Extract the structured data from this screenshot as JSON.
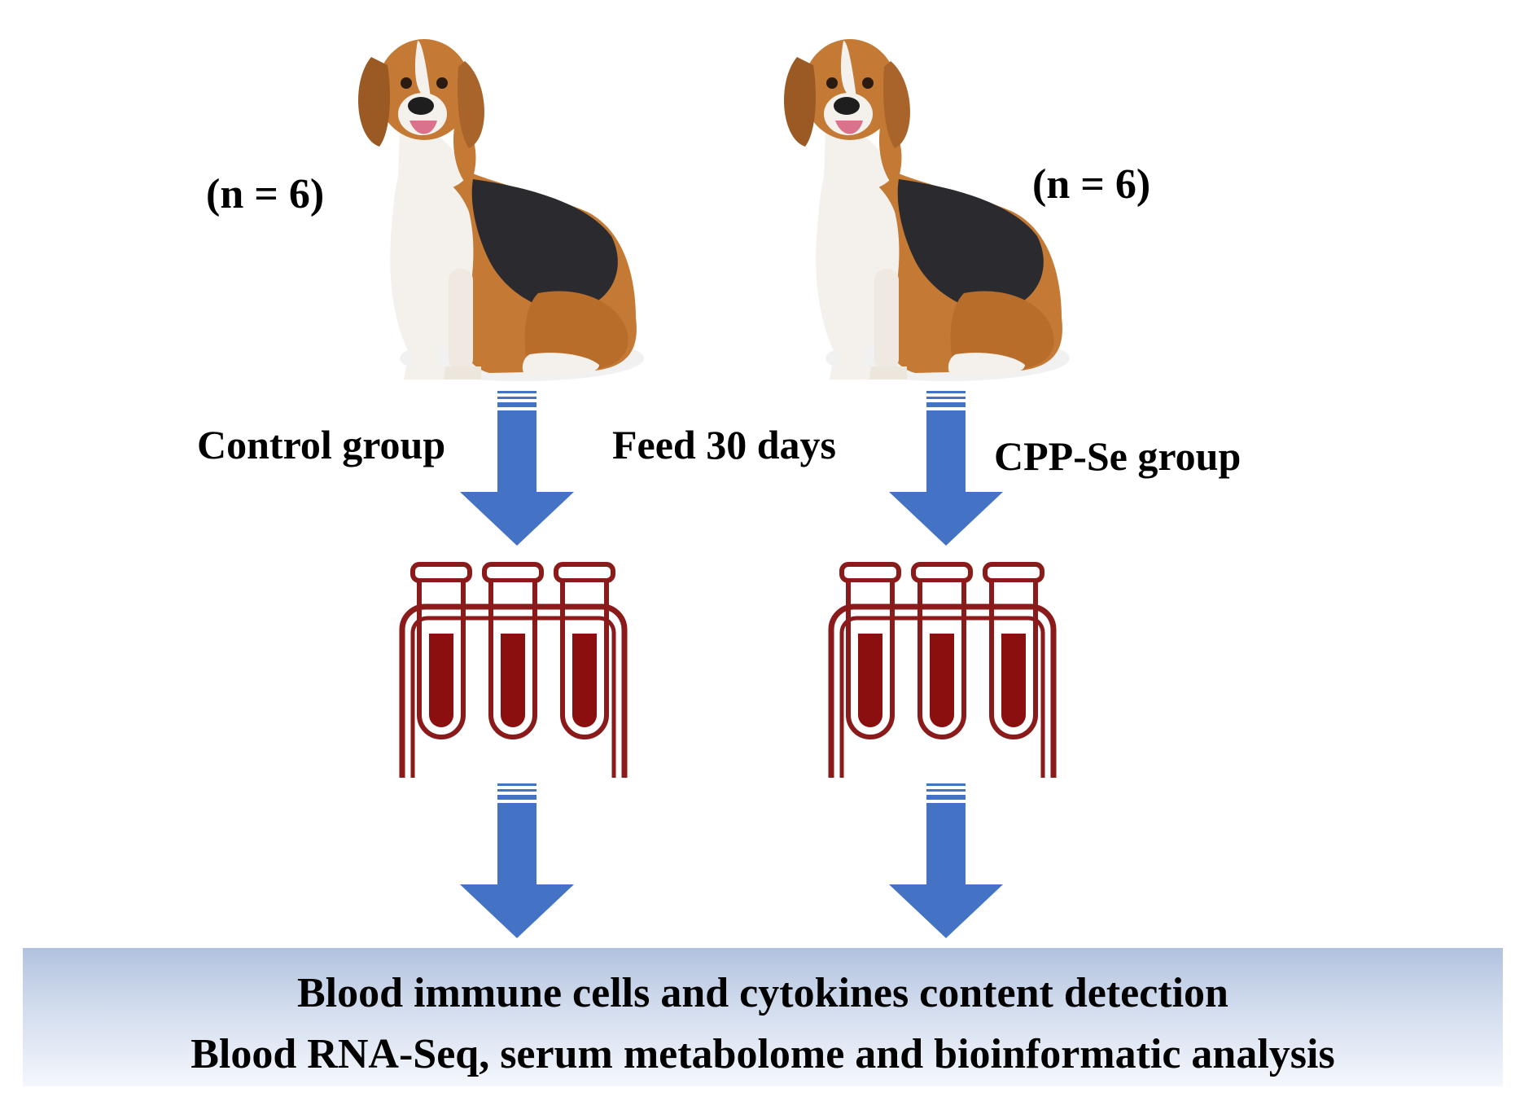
{
  "labels": {
    "n_left": "(n = 6)",
    "n_right": "(n = 6)",
    "control_group": "Control group",
    "feed_duration": "Feed 30 days",
    "treatment_group": "CPP-Se group"
  },
  "banner": {
    "line1": "Blood immune cells and cytokines content detection",
    "line2": "Blood RNA-Seq, serum metabolome and bioinformatic analysis"
  },
  "colors": {
    "arrow": "#4472c4",
    "tube_outline": "#8b1a1a",
    "blood": "#8b0f0f",
    "banner_top": "#b2c2de",
    "banner_bottom": "#f4f7fc"
  },
  "icons": {
    "dog": "beagle-dog-icon",
    "tubes": "blood-test-tubes-icon",
    "arrow": "down-arrow-icon"
  }
}
